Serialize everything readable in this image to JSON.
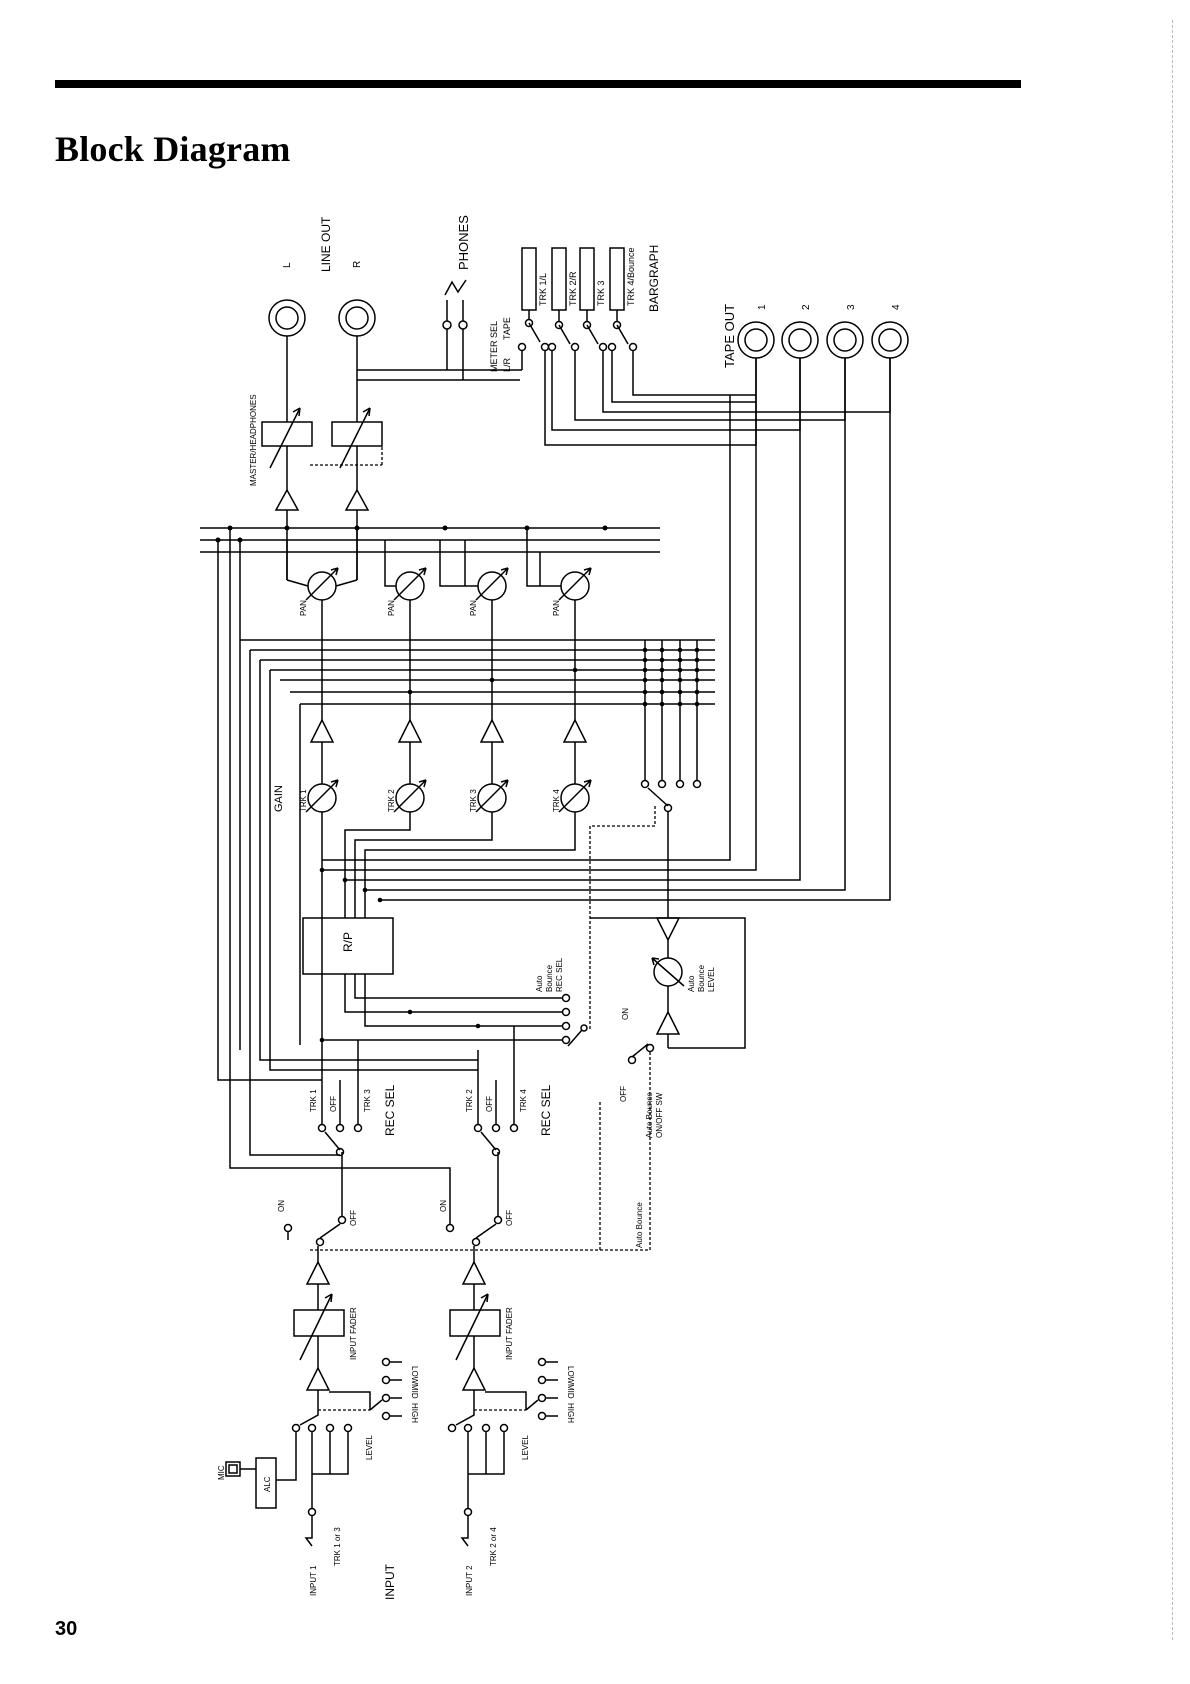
{
  "page": {
    "title": "Block Diagram",
    "page_number": "30"
  },
  "labels": {
    "line_out": "LINE OUT",
    "line_out_l": "L",
    "line_out_r": "R",
    "phones": "PHONES",
    "meter_sel": "METER SEL",
    "tape": "TAPE",
    "lr": "L/R",
    "trk1l": "TRK 1/L",
    "trk2r": "TRK 2/R",
    "trk3": "TRK 3",
    "trk4bounce": "TRK 4/Bounce",
    "bargraph": "BARGRAPH",
    "tape_out": "TAPE OUT",
    "tape_out_1": "1",
    "tape_out_2": "2",
    "tape_out_3": "3",
    "tape_out_4": "4",
    "master_headphones": "MASTER/HEADPHONES",
    "pan": "PAN",
    "gain": "GAIN",
    "trk1": "TRK 1",
    "trk2": "TRK 2",
    "trk3b": "TRK 3",
    "trk4": "TRK 4",
    "rp": "R/P",
    "auto_bounce_rec_sel_1": "Auto",
    "auto_bounce_rec_sel_2": "Bounce",
    "auto_bounce_rec_sel_3": "REC SEL",
    "auto_bounce_level_1": "Auto",
    "auto_bounce_level_2": "Bounce",
    "auto_bounce_level_3": "LEVEL",
    "on": "ON",
    "off": "OFF",
    "auto_bounce_onoff_1": "Auto Bounce",
    "auto_bounce_onoff_2": "ON/OFF SW",
    "rec_sel": "REC SEL",
    "auto_bounce": "Auto Bounce",
    "input_fader": "INPUT FADER",
    "low": "LOW",
    "mid": "MID",
    "high": "HIGH",
    "mic": "MIC",
    "alc": "ALC",
    "level": "LEVEL",
    "input1": "INPUT 1",
    "input2": "INPUT 2",
    "trk1or3": "TRK 1 or 3",
    "trk2or4": "TRK 2 or 4",
    "input": "INPUT"
  }
}
